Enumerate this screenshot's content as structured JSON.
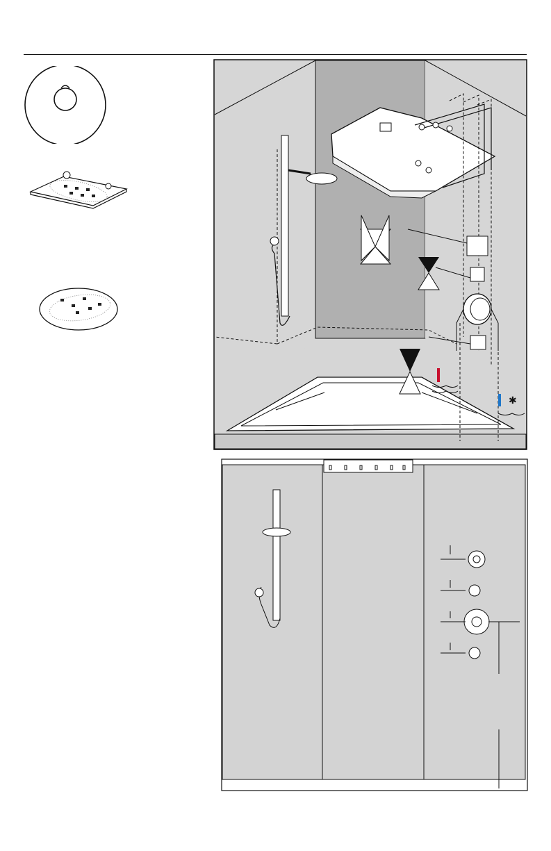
{
  "page": {
    "kind": "installation-instruction-illustration",
    "text_content": []
  },
  "products": [
    {
      "name": "round-escutcheon-trim"
    },
    {
      "name": "rectangular-overhead-shower-panel"
    },
    {
      "name": "oval-overhead-shower-panel"
    }
  ],
  "installation_view": {
    "components": [
      "overhead-shower-housing",
      "shower-rail-with-hand-shower",
      "diverter-valve",
      "stop-valve",
      "thermostat-module",
      "stop-valve",
      "shower-tray"
    ],
    "hot_water_symbol_color": "#c8102e",
    "cold_water_symbol_color": "#1f77c9",
    "wall_shade_color": "#d6d6d6",
    "center_wall_shade_color": "#b0b0b0"
  },
  "elevation_view": {
    "wall_color": "#d3d3d3",
    "trim_order": [
      "diverter-trim",
      "stop-valve-trim",
      "thermostat-trim",
      "stop-valve-trim"
    ]
  }
}
